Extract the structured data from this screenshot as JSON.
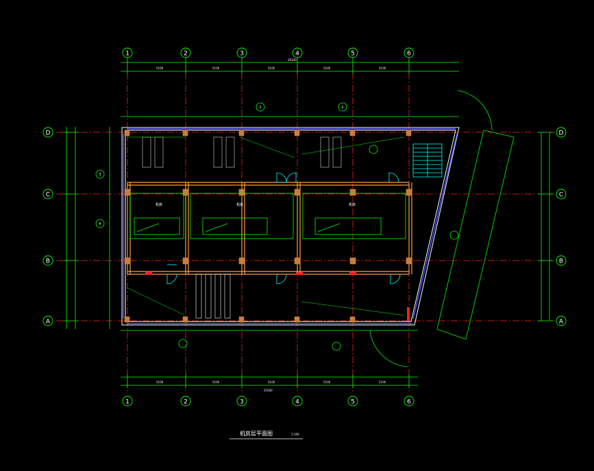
{
  "drawing": {
    "title": "机房层平面图",
    "scale": "1:100",
    "colors": {
      "background": "#000000",
      "axis_line": "#ff2020",
      "dimension": "#00ff00",
      "wall": "#ffffff",
      "beam": "#ffa040",
      "column": "#c08040",
      "annotation": "#ffffff",
      "door": "#00ffff",
      "stair": "#00ffff",
      "window_frame": "#5050ff",
      "section_tag": "#00ff00"
    }
  },
  "axes": {
    "columns": [
      "1",
      "2",
      "3",
      "4",
      "5",
      "6"
    ],
    "rows": [
      "A",
      "B",
      "C",
      "D"
    ]
  },
  "rooms": [
    {
      "name": "机房",
      "mark": "room-1"
    },
    {
      "name": "机房",
      "mark": "room-2"
    },
    {
      "name": "机房",
      "mark": "room-3"
    }
  ],
  "section_marks": [
    "1",
    "2",
    "3",
    "4"
  ]
}
